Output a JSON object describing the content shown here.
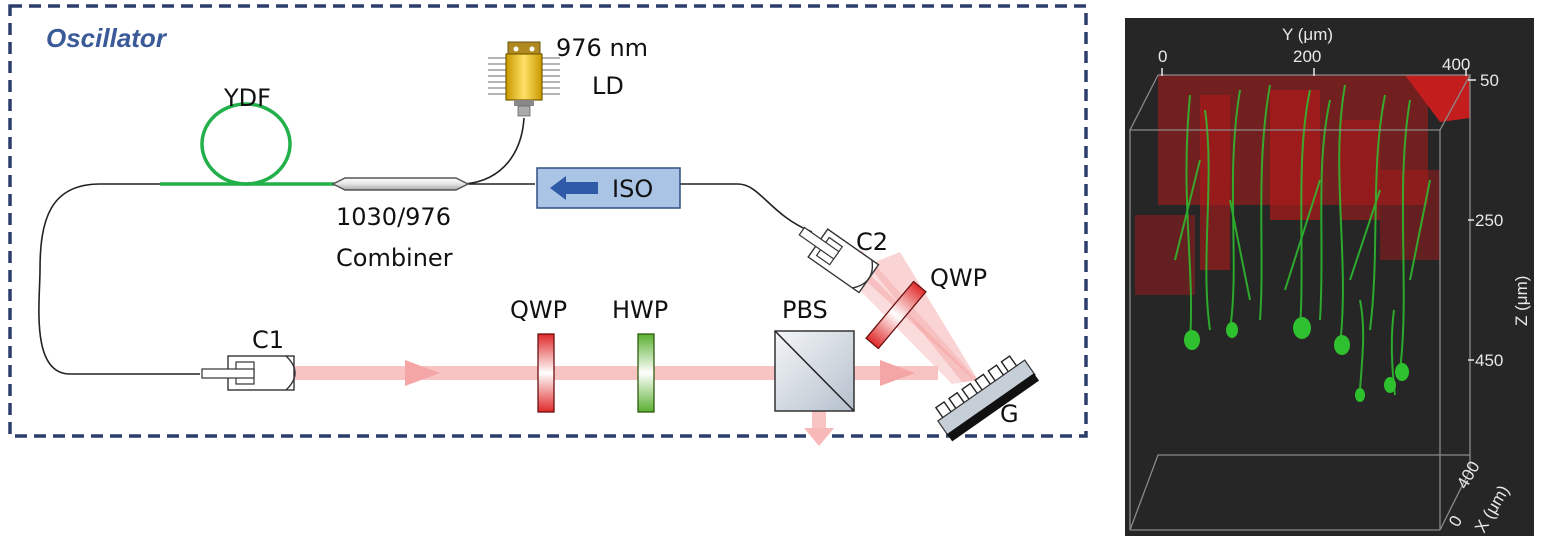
{
  "oscillator": {
    "title": "Oscillator",
    "labels": {
      "ydf": "YDF",
      "ld_line1": "976 nm",
      "ld_line2": "LD",
      "combiner_line1": "1030/976",
      "combiner_line2": "Combiner",
      "iso": "ISO",
      "c2": "C2",
      "qwp_right": "QWP",
      "c1": "C1",
      "qwp": "QWP",
      "hwp": "HWP",
      "pbs": "PBS",
      "grating": "G"
    },
    "colors": {
      "frame": "#2c3e6b",
      "fiber_doped": "#22b04b",
      "beam": "#f7b8b8",
      "qwp_plate": "#e03030",
      "hwp_plate": "#5ab030",
      "iso_box": "#a9c4e4",
      "iso_arrow": "#2f5aa8",
      "ld_body": "#f0c419"
    }
  },
  "volume": {
    "y_axis": {
      "title": "Y (μm)",
      "ticks": [
        "0",
        "200",
        "400"
      ]
    },
    "z_axis": {
      "title": "Z (μm)",
      "ticks": [
        "50",
        "250",
        "450"
      ]
    },
    "x_axis": {
      "title": "X (μm)",
      "ticks": [
        "0",
        "400"
      ]
    },
    "colors": {
      "background": "#262626",
      "neurons": "#2fc02f",
      "vessels": "#c81818"
    }
  }
}
